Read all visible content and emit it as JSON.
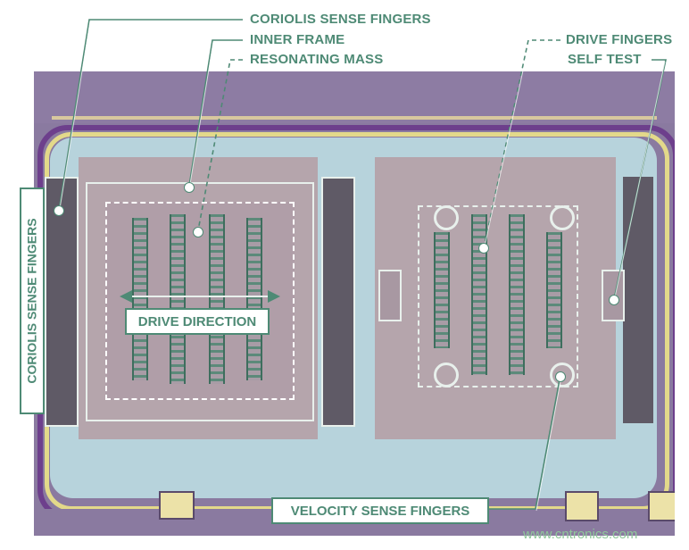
{
  "figure": {
    "subject": "MEMS gyroscope die micrograph",
    "labels": {
      "coriolis_sense_fingers_top": "CORIOLIS SENSE FINGERS",
      "inner_frame": "INNER FRAME",
      "resonating_mass": "RESONATING MASS",
      "drive_fingers": "DRIVE FINGERS",
      "self_test": "SELF TEST",
      "coriolis_sense_fingers_side": "CORIOLIS SENSE FINGERS",
      "drive_direction": "DRIVE DIRECTION",
      "velocity_sense_fingers": "VELOCITY SENSE FINGERS"
    },
    "watermark": "www.cntronics.com",
    "colors": {
      "label_green": "#4e8a75",
      "substrate_purple": "#8a7aa0",
      "cavity_blue": "#b7d3dc",
      "structure_pink": "#b7a6ad",
      "border_yellow": "#e3d98a",
      "watermark_green": "#8fc79a"
    }
  }
}
